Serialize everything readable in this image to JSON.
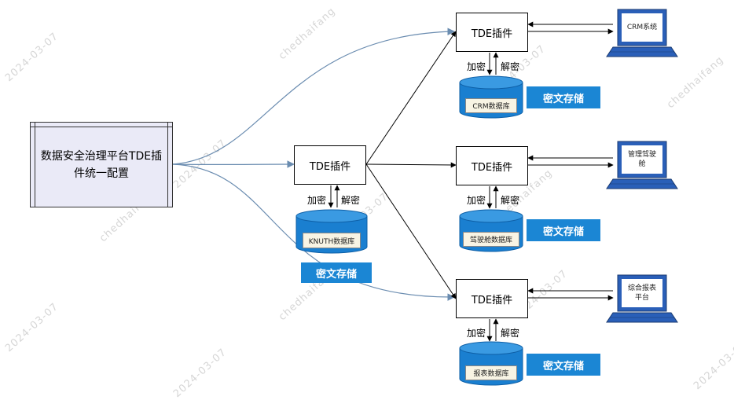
{
  "watermark": [
    "chedhaifang",
    "2024-03-07"
  ],
  "config_box": {
    "text": "数据安全治理平台TDE插件统一配置"
  },
  "center_plugin": {
    "label": "TDE插件",
    "encrypt": "加密",
    "decrypt": "解密",
    "db": "KNUTH数据库",
    "storage": "密文存储"
  },
  "branches": [
    {
      "plugin": "TDE插件",
      "encrypt": "加密",
      "decrypt": "解密",
      "db": "CRM数据库",
      "storage": "密文存储",
      "system": "CRM系统"
    },
    {
      "plugin": "TDE插件",
      "encrypt": "加密",
      "decrypt": "解密",
      "db": "驾驶舱数据库",
      "storage": "密文存储",
      "system": "管理驾驶舱"
    },
    {
      "plugin": "TDE插件",
      "encrypt": "加密",
      "decrypt": "解密",
      "db": "报表数据库",
      "storage": "密文存储",
      "system": "综合报表平台"
    }
  ],
  "colors": {
    "curve": "#6a8cb0",
    "accent": "#1b86d4",
    "db_body": "#1a7fd0",
    "laptop_screen": "#2a5fb8"
  }
}
